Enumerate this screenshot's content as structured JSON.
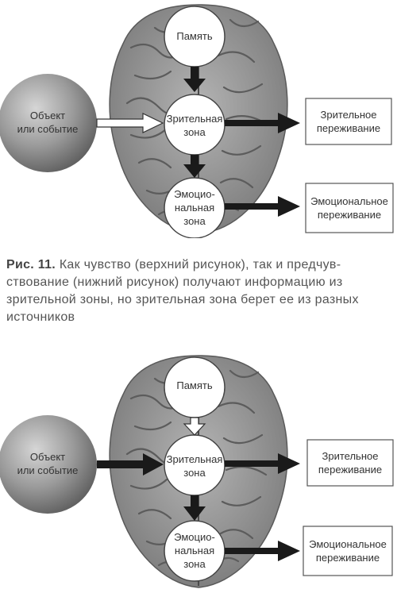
{
  "top": {
    "memory": "Память",
    "object": "Объект\nили событие",
    "visual_zone": "Зрительная\nзона",
    "emotional_zone": "Эмоцио-\nнальная\nзона",
    "visual_experience": "Зрительное\nпереживание",
    "emotional_experience": "Эмоциональное\nпереживание"
  },
  "caption": {
    "fig": "Рис. 11.",
    "text": "Как чувство (верхний рисунок), так и предчув-ствование (нижний рисунок) получают информацию из зрительной зоны, но зрительная зона берет ее из разных источников"
  },
  "bottom": {
    "memory": "Память",
    "object": "Объект\nили событие",
    "visual_zone": "Зрительная\nзона",
    "emotional_zone": "Эмоцио-\nнальная\nзона",
    "visual_experience": "Зрительное\nпереживание",
    "emotional_experience": "Эмоциональное\nпереживание"
  },
  "colors": {
    "brain": "#9c9c9c",
    "sphere": "#8f8f8f",
    "arrow": "#1a1a1a",
    "box_border": "#555555"
  }
}
